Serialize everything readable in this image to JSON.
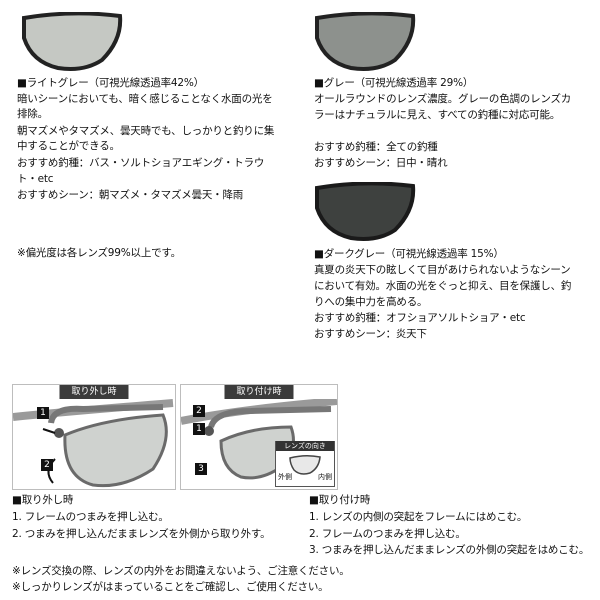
{
  "lenses": [
    {
      "heading": "■ライトグレー（可視光線透過率42%）",
      "lines": [
        "暗いシーンにおいても、暗く感じることなく水面の光を",
        "排除。",
        "朝マズメやタマズメ、曇天時でも、しっかりと釣りに集",
        "中することができる。",
        "おすすめ釣種：バス・ソルトショアエギング・トラウ",
        "ト・etc",
        "おすすめシーン：朝マズメ・タマズメ曇天・降雨"
      ],
      "color": "#c5c8c3"
    },
    {
      "heading": "■グレー（可視光線透過率 29%）",
      "lines": [
        "オールラウンドのレンズ濃度。グレーの色調のレンズカ",
        "ラーはナチュラルに見え、すべての釣種に対応可能。",
        "",
        "おすすめ釣種：全ての釣種",
        "おすすめシーン：日中・晴れ"
      ],
      "color": "#8d918d"
    },
    {
      "heading": "■ダークグレー（可視光線透過率 15%）",
      "lines": [
        "真夏の炎天下の眩しくて目があけられないようなシーン",
        "において有効。水面の光をぐっと抑え、目を保護し、釣",
        "りへの集中力を高める。",
        "おすすめ釣種：オフショアソルトショア・etc",
        "おすすめシーン：炎天下"
      ],
      "color": "#3e413f"
    }
  ],
  "polarization_note": "※偏光度は各レンズ99%以上です。",
  "removal": {
    "diagram_title": "取り外し時",
    "heading": "■取り外し時",
    "steps": [
      "1. フレームのつまみを押し込む。",
      "2. つまみを押し込んだままレンズを外側から取り外す。"
    ]
  },
  "attach": {
    "diagram_title": "取り付け時",
    "lens_key_title": "レンズの向き",
    "outer_label": "外側",
    "inner_label": "内側",
    "heading": "■取り付け時",
    "steps": [
      "1. レンズの内側の突起をフレームにはめこむ。",
      "2. フレームのつまみを押し込む。",
      "3. つまみを押し込んだままレンズの外側の突起をはめこむ。"
    ]
  },
  "notes": [
    "※レンズ交換の際、レンズの内外をお間違えないよう、ご注意ください。",
    "※しっかりレンズがはまっていることをご確認し、ご使用ください。"
  ]
}
